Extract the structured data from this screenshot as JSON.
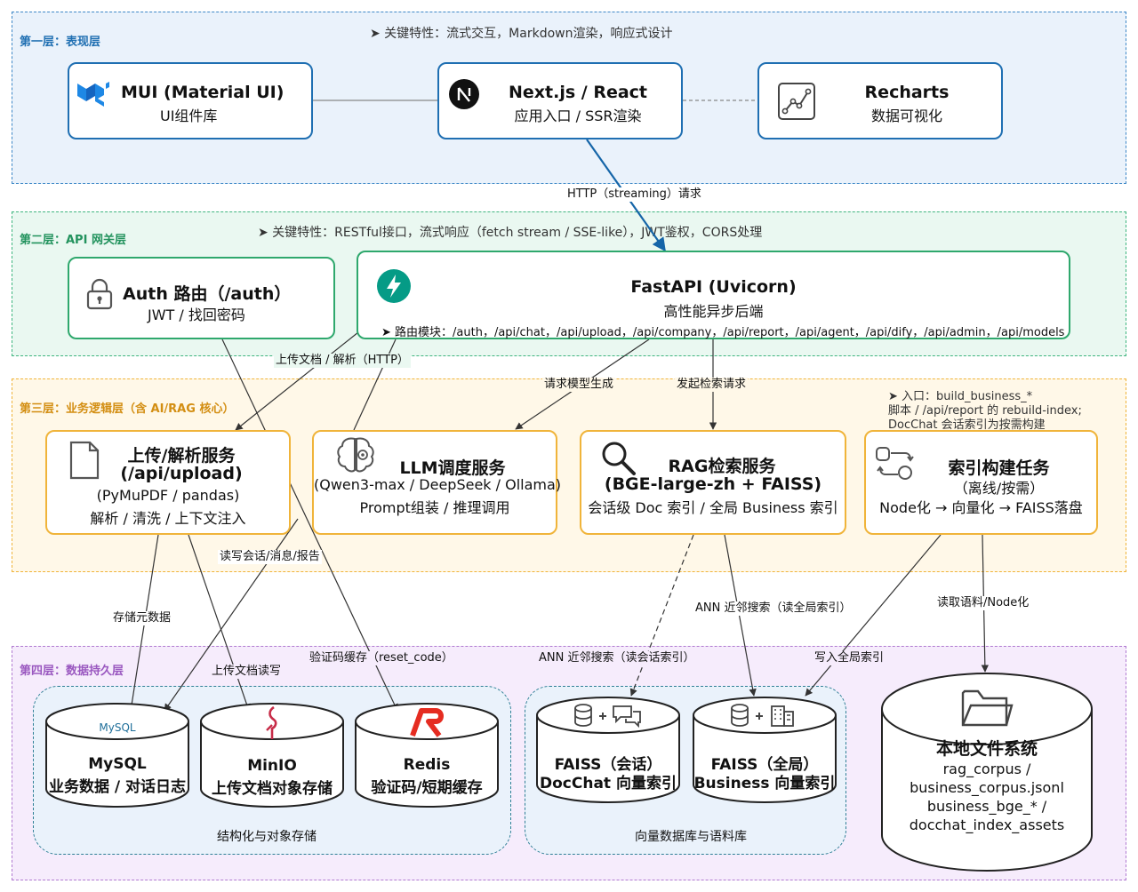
{
  "layers": {
    "l1": {
      "title": "第一层：表现层",
      "features": "➤ 关键特性：流式交互，Markdown渲染，响应式设计"
    },
    "l2": {
      "title": "第二层：API 网关层",
      "features": "➤ 关键特性：RESTful接口，流式响应（fetch stream / SSE-like），JWT鉴权，CORS处理"
    },
    "l3": {
      "title": "第三层：业务逻辑层（含 AI/RAG 核心）",
      "note1": "➤ 入口：build_business_*",
      "note2": "脚本 / /api/report 的 rebuild-index;",
      "note3": "DocChat 会话索引为按需构建"
    },
    "l4": {
      "title": "第四层：数据持久层"
    }
  },
  "boxes": {
    "mui": {
      "title": "MUI (Material UI)",
      "sub": "UI组件库"
    },
    "next": {
      "title": "Next.js / React",
      "sub": "应用入口 / SSR渲染"
    },
    "recharts": {
      "title": "Recharts",
      "sub": "数据可视化"
    },
    "auth": {
      "title": "Auth 路由（/auth）",
      "sub": "JWT / 找回密码"
    },
    "fastapi": {
      "title": "FastAPI (Uvicorn)",
      "sub": "高性能异步后端",
      "routes": "➤ 路由模块：/auth，/api/chat，/api/upload，/api/company，/api/report，/api/agent，/api/dify，/api/admin，/api/models"
    },
    "upload": {
      "title1": "上传/解析服务",
      "title2": "(/api/upload)",
      "sub1": "(PyMuPDF / pandas)",
      "sub2": "解析 / 清洗 / 上下文注入"
    },
    "llm": {
      "title": "LLM调度服务",
      "sub1": "(Qwen3-max / DeepSeek / Ollama)",
      "sub2": "Prompt组装 / 推理调用"
    },
    "rag": {
      "title1": "RAG检索服务",
      "title2": "(BGE-large-zh + FAISS)",
      "sub": "会话级 Doc 索引 / 全局 Business 索引"
    },
    "index": {
      "title": "索引构建任务",
      "sub1": "（离线/按需）",
      "sub2": "Node化 → 向量化 → FAISS落盘"
    }
  },
  "stores": {
    "mysql": {
      "logo": "MySQL",
      "title": "MySQL",
      "sub": "业务数据 / 对话日志"
    },
    "minio": {
      "title": "MinIO",
      "sub": "上传文档对象存储"
    },
    "redis": {
      "title": "Redis",
      "sub": "验证码/短期缓存"
    },
    "faiss_session": {
      "title": "FAISS（会话）",
      "sub": "DocChat 向量索引"
    },
    "faiss_global": {
      "title": "FAISS（全局）",
      "sub": "Business 向量索引"
    },
    "localfs": {
      "title": "本地文件系统",
      "l1": "rag_corpus /",
      "l2": "business_corpus.jsonl",
      "l3": "business_bge_* /",
      "l4": "docchat_index_assets"
    }
  },
  "groups": {
    "structured": "结构化与对象存储",
    "vector": "向量数据库与语料库"
  },
  "edges": {
    "http_stream": "HTTP（streaming）请求",
    "upload_parse": "上传文档 / 解析（HTTP）",
    "request_model": "请求模型生成",
    "start_retrieval": "发起检索请求",
    "rw_session": "读写会话/消息/报告",
    "store_meta": "存储元数据",
    "upload_rw": "上传文档读写",
    "captcha_cache": "验证码缓存（reset_code）",
    "ann_session": "ANN 近邻搜索（读会话索引）",
    "ann_global": "ANN 近邻搜索（读全局索引）",
    "write_global": "写入全局索引",
    "read_corpus": "读取语料/Node化"
  },
  "colors": {
    "l1_border": "#3d88c7",
    "l1_bg": "#eaf2fb",
    "l2_border": "#3fb57f",
    "l2_bg": "#eaf8f1",
    "l3_border": "#f0b43a",
    "l3_bg": "#fff8e8",
    "l4_border": "#b07ad0",
    "l4_bg": "#f6ecfc",
    "blue_box": "#1f6fb2",
    "green_box": "#2fa86d",
    "orange_box": "#f0b43a"
  }
}
